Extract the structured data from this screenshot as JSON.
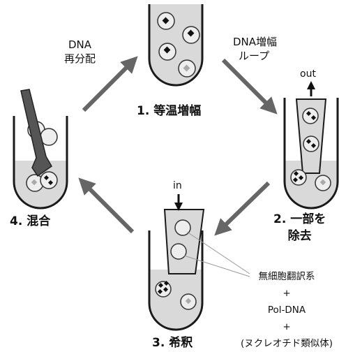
{
  "steps": {
    "isothermal": "1. 等温増幅",
    "partial_removal_line1": "2. 一部を",
    "partial_removal_line2": "除去",
    "dilution": "3. 希釈",
    "mixing": "4. 混合"
  },
  "arrows": {
    "redistribute_line1": "DNA",
    "redistribute_line2": "再分配",
    "amplify_loop_line1": "DNA増幅",
    "amplify_loop_line2": "ループ"
  },
  "flow": {
    "out": "out",
    "in": "in"
  },
  "mixture": {
    "item1": "無細胞翻訳系",
    "plus1": "+",
    "item2": "Pol-DNA",
    "plus2": "+",
    "item3": "(ヌクレオチド類似体)"
  },
  "colors": {
    "liquid": "#d9d9d9",
    "droplet": "#eeeeee",
    "outline": "#1a1a1a",
    "arrow": "#666666",
    "pipette": "#555555",
    "dna_dark": "#111111",
    "dna_light": "#aaaaaa"
  }
}
